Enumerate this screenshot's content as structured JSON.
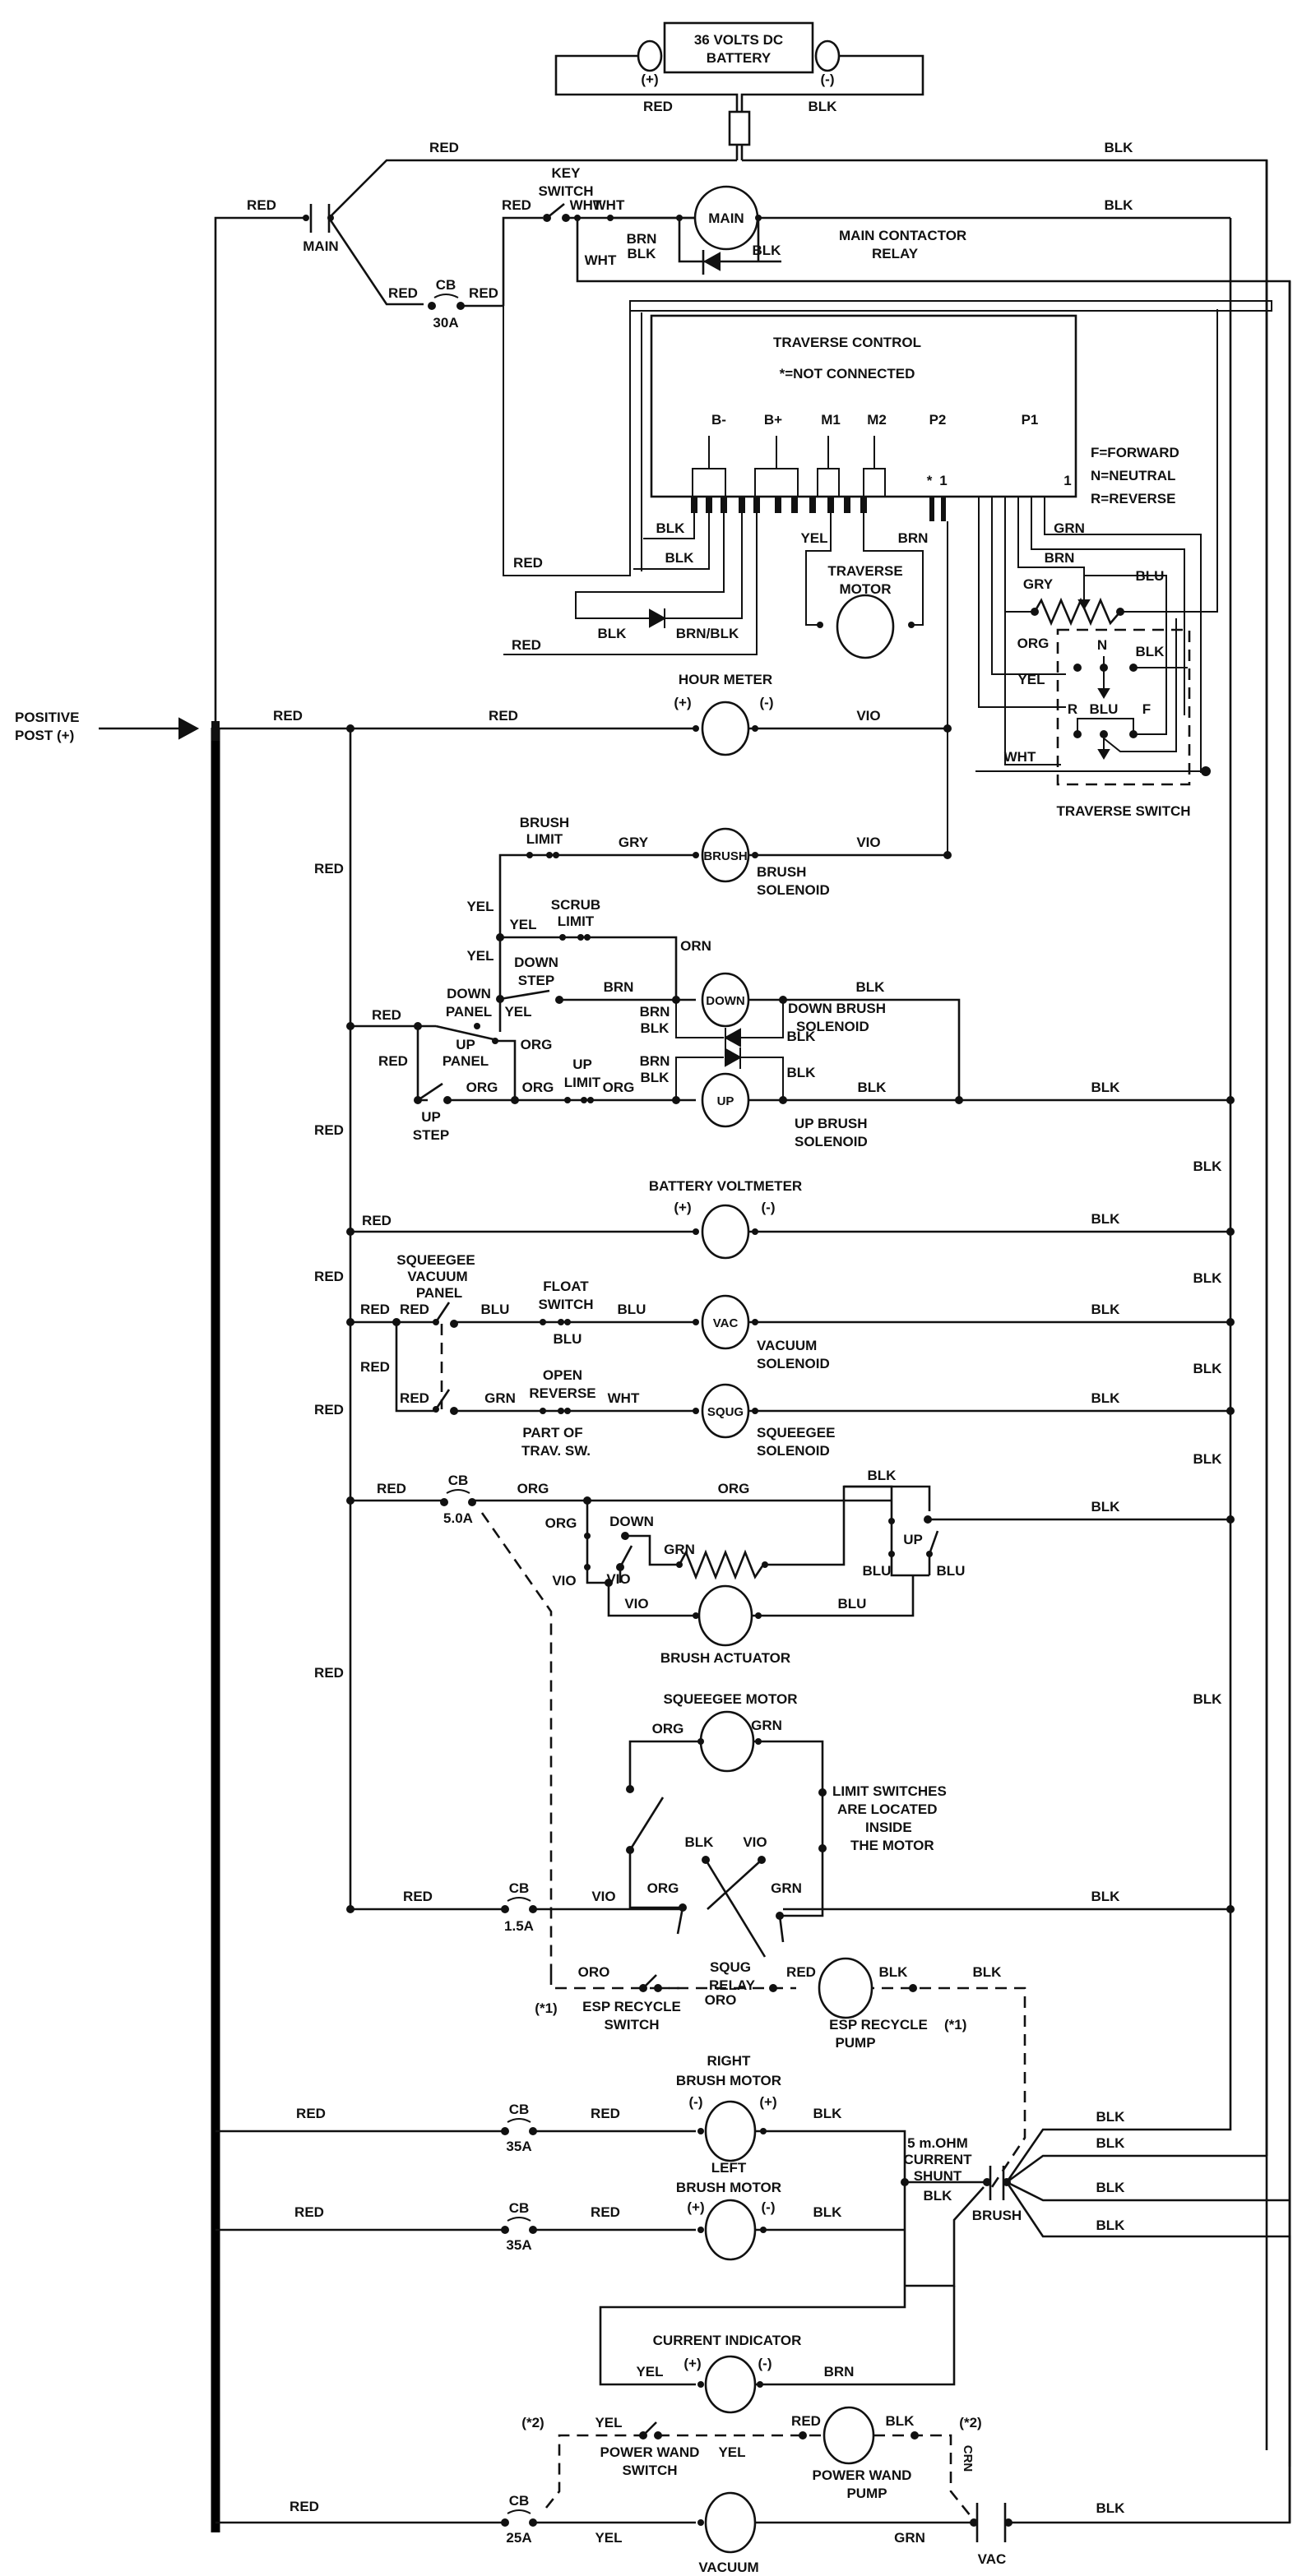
{
  "title": "36 Volt DC scrubber wiring diagram",
  "battery": {
    "name": "36 VOLTS DC",
    "sub": "BATTERY",
    "pos": "(+)",
    "neg": "(-)",
    "pos_wire": "RED",
    "neg_wire": "BLK"
  },
  "positive_post": {
    "line1": "POSITIVE",
    "line2": "POST (+)"
  },
  "main_contactor": {
    "label": "MAIN",
    "relay_label_1": "MAIN CONTACTOR",
    "relay_label_2": "RELAY",
    "coil": "MAIN"
  },
  "key_switch": {
    "line1": "KEY",
    "line2": "SWITCH"
  },
  "cb30": {
    "cb": "CB",
    "rating": "30A"
  },
  "wires": {
    "red": "RED",
    "blk": "BLK",
    "wht": "WHT",
    "brn": "BRN",
    "brn_blk_1": "BRN",
    "brn_blk_2": "BLK",
    "brn_slash_blk": "BRN/BLK",
    "yel": "YEL",
    "grn": "GRN",
    "gry": "GRY",
    "blu": "BLU",
    "org": "ORG",
    "orn": "ORN",
    "vio": "VIO",
    "oro": "ORO",
    "crn": "CRN"
  },
  "traverse_control": {
    "title": "TRAVERSE CONTROL",
    "note": "*=NOT CONNECTED",
    "terminals": [
      "B-",
      "B+",
      "M1",
      "M2",
      "P2",
      "P1"
    ],
    "pin_marks": [
      "*",
      "1",
      "1"
    ],
    "legend": [
      "F=FORWARD",
      "N=NEUTRAL",
      "R=REVERSE"
    ]
  },
  "traverse_motor": {
    "line1": "TRAVERSE",
    "line2": "MOTOR"
  },
  "traverse_switch": {
    "label": "TRAVERSE SWITCH",
    "n": "N",
    "r": "R",
    "f": "F"
  },
  "hour_meter": {
    "label": "HOUR METER",
    "pos": "(+)",
    "neg": "(-)"
  },
  "brush_solenoid": {
    "limit_1": "BRUSH",
    "limit_2": "LIMIT",
    "coil": "BRUSH",
    "label_1": "BRUSH",
    "label_2": "SOLENOID"
  },
  "scrub_limit": {
    "line1": "SCRUB",
    "line2": "LIMIT"
  },
  "down_step": {
    "line1": "DOWN",
    "line2": "STEP"
  },
  "down_panel": {
    "line1": "DOWN",
    "line2": "PANEL"
  },
  "up_panel": {
    "line1": "UP",
    "line2": "PANEL"
  },
  "up_step": {
    "line1": "UP",
    "line2": "STEP"
  },
  "up_limit": {
    "line1": "UP",
    "line2": "LIMIT"
  },
  "down_solenoid": {
    "coil": "DOWN",
    "label_1": "DOWN BRUSH",
    "label_2": "SOLENOID"
  },
  "up_solenoid": {
    "coil": "UP",
    "label_1": "UP BRUSH",
    "label_2": "SOLENOID"
  },
  "battery_voltmeter": {
    "label": "BATTERY VOLTMETER",
    "pos": "(+)",
    "neg": "(-)"
  },
  "squeegee_vacuum_panel": {
    "line1": "SQUEEGEE",
    "line2": "VACUUM",
    "line3": "PANEL"
  },
  "float_switch": {
    "line1": "FLOAT",
    "line2": "SWITCH"
  },
  "vacuum_solenoid": {
    "coil": "VAC",
    "label_1": "VACUUM",
    "label_2": "SOLENOID"
  },
  "open_reverse": {
    "line1": "OPEN",
    "line2": "REVERSE",
    "part_1": "PART OF",
    "part_2": "TRAV. SW."
  },
  "squeegee_solenoid": {
    "coil": "SQUG",
    "label_1": "SQUEEGEE",
    "label_2": "SOLENOID"
  },
  "cb5": {
    "cb": "CB",
    "rating": "5.0A"
  },
  "brush_actuator": {
    "label": "BRUSH ACTUATOR",
    "down": "DOWN",
    "up": "UP"
  },
  "squeegee_motor": {
    "label": "SQUEEGEE MOTOR",
    "note": [
      "LIMIT SWITCHES",
      "ARE LOCATED",
      "INSIDE",
      "THE MOTOR"
    ]
  },
  "squg_relay": {
    "line1": "SQUG",
    "line2": "RELAY"
  },
  "cb15": {
    "cb": "CB",
    "rating": "1.5A"
  },
  "esp_switch": {
    "mark": "(*1)",
    "line1": "ESP RECYCLE",
    "line2": "SWITCH"
  },
  "esp_pump": {
    "line1": "ESP RECYCLE",
    "mark": "(*1)",
    "line2": "PUMP"
  },
  "right_brush_motor": {
    "line1": "RIGHT",
    "line2": "BRUSH MOTOR",
    "neg": "(-)",
    "pos": "(+)"
  },
  "left_brush_motor": {
    "line1": "LEFT",
    "line2": "BRUSH MOTOR",
    "pos": "(+)",
    "neg": "(-)"
  },
  "cb35a": {
    "cb": "CB",
    "rating": "35A"
  },
  "cb35b": {
    "cb": "CB",
    "rating": "35A"
  },
  "shunt": {
    "line1": "5 m.OHM",
    "line2": "CURRENT",
    "line3": "SHUNT"
  },
  "brush_contactor": {
    "label": "BRUSH"
  },
  "current_indicator": {
    "label": "CURRENT INDICATOR",
    "pos": "(+)",
    "neg": "(-)"
  },
  "power_wand": {
    "mark_left": "(*2)",
    "mark_right": "(*2)",
    "switch_1": "POWER WAND",
    "switch_2": "SWITCH",
    "pump_1": "POWER WAND",
    "pump_2": "PUMP"
  },
  "cb25": {
    "cb": "CB",
    "rating": "25A"
  },
  "vacuum_motor": {
    "label": "VACUUM",
    "contactor": "VAC"
  }
}
